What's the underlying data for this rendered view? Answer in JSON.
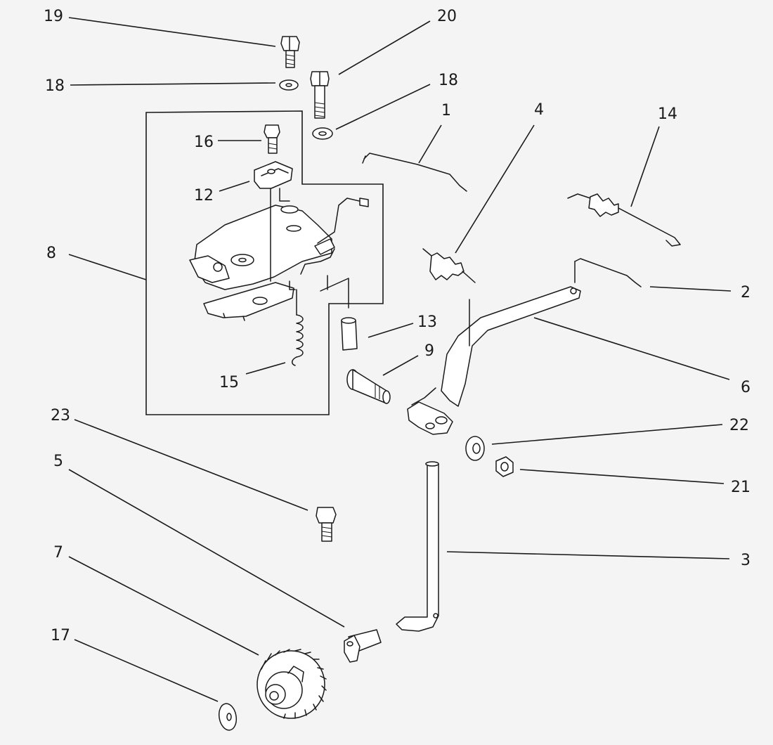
{
  "callouts": [
    {
      "id": "c19",
      "label": "19"
    },
    {
      "id": "c20",
      "label": "20"
    },
    {
      "id": "c18a",
      "label": "18"
    },
    {
      "id": "c18b",
      "label": "18"
    },
    {
      "id": "c1",
      "label": "1"
    },
    {
      "id": "c4",
      "label": "4"
    },
    {
      "id": "c14",
      "label": "14"
    },
    {
      "id": "c16",
      "label": "16"
    },
    {
      "id": "c12",
      "label": "12"
    },
    {
      "id": "c8",
      "label": "8"
    },
    {
      "id": "c2",
      "label": "2"
    },
    {
      "id": "c13",
      "label": "13"
    },
    {
      "id": "c9",
      "label": "9"
    },
    {
      "id": "c6",
      "label": "6"
    },
    {
      "id": "c15",
      "label": "15"
    },
    {
      "id": "c23",
      "label": "23"
    },
    {
      "id": "c22",
      "label": "22"
    },
    {
      "id": "c5",
      "label": "5"
    },
    {
      "id": "c21",
      "label": "21"
    },
    {
      "id": "c3",
      "label": "3"
    },
    {
      "id": "c7",
      "label": "7"
    },
    {
      "id": "c17",
      "label": "17"
    }
  ]
}
